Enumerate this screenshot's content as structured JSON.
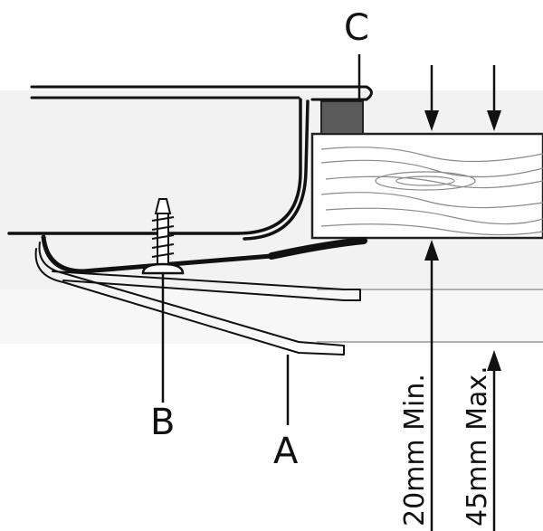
{
  "labels": {
    "a": "A",
    "b": "B",
    "c": "C"
  },
  "dimensions": {
    "min": "20mm Min.",
    "max": "45mm Max."
  }
}
